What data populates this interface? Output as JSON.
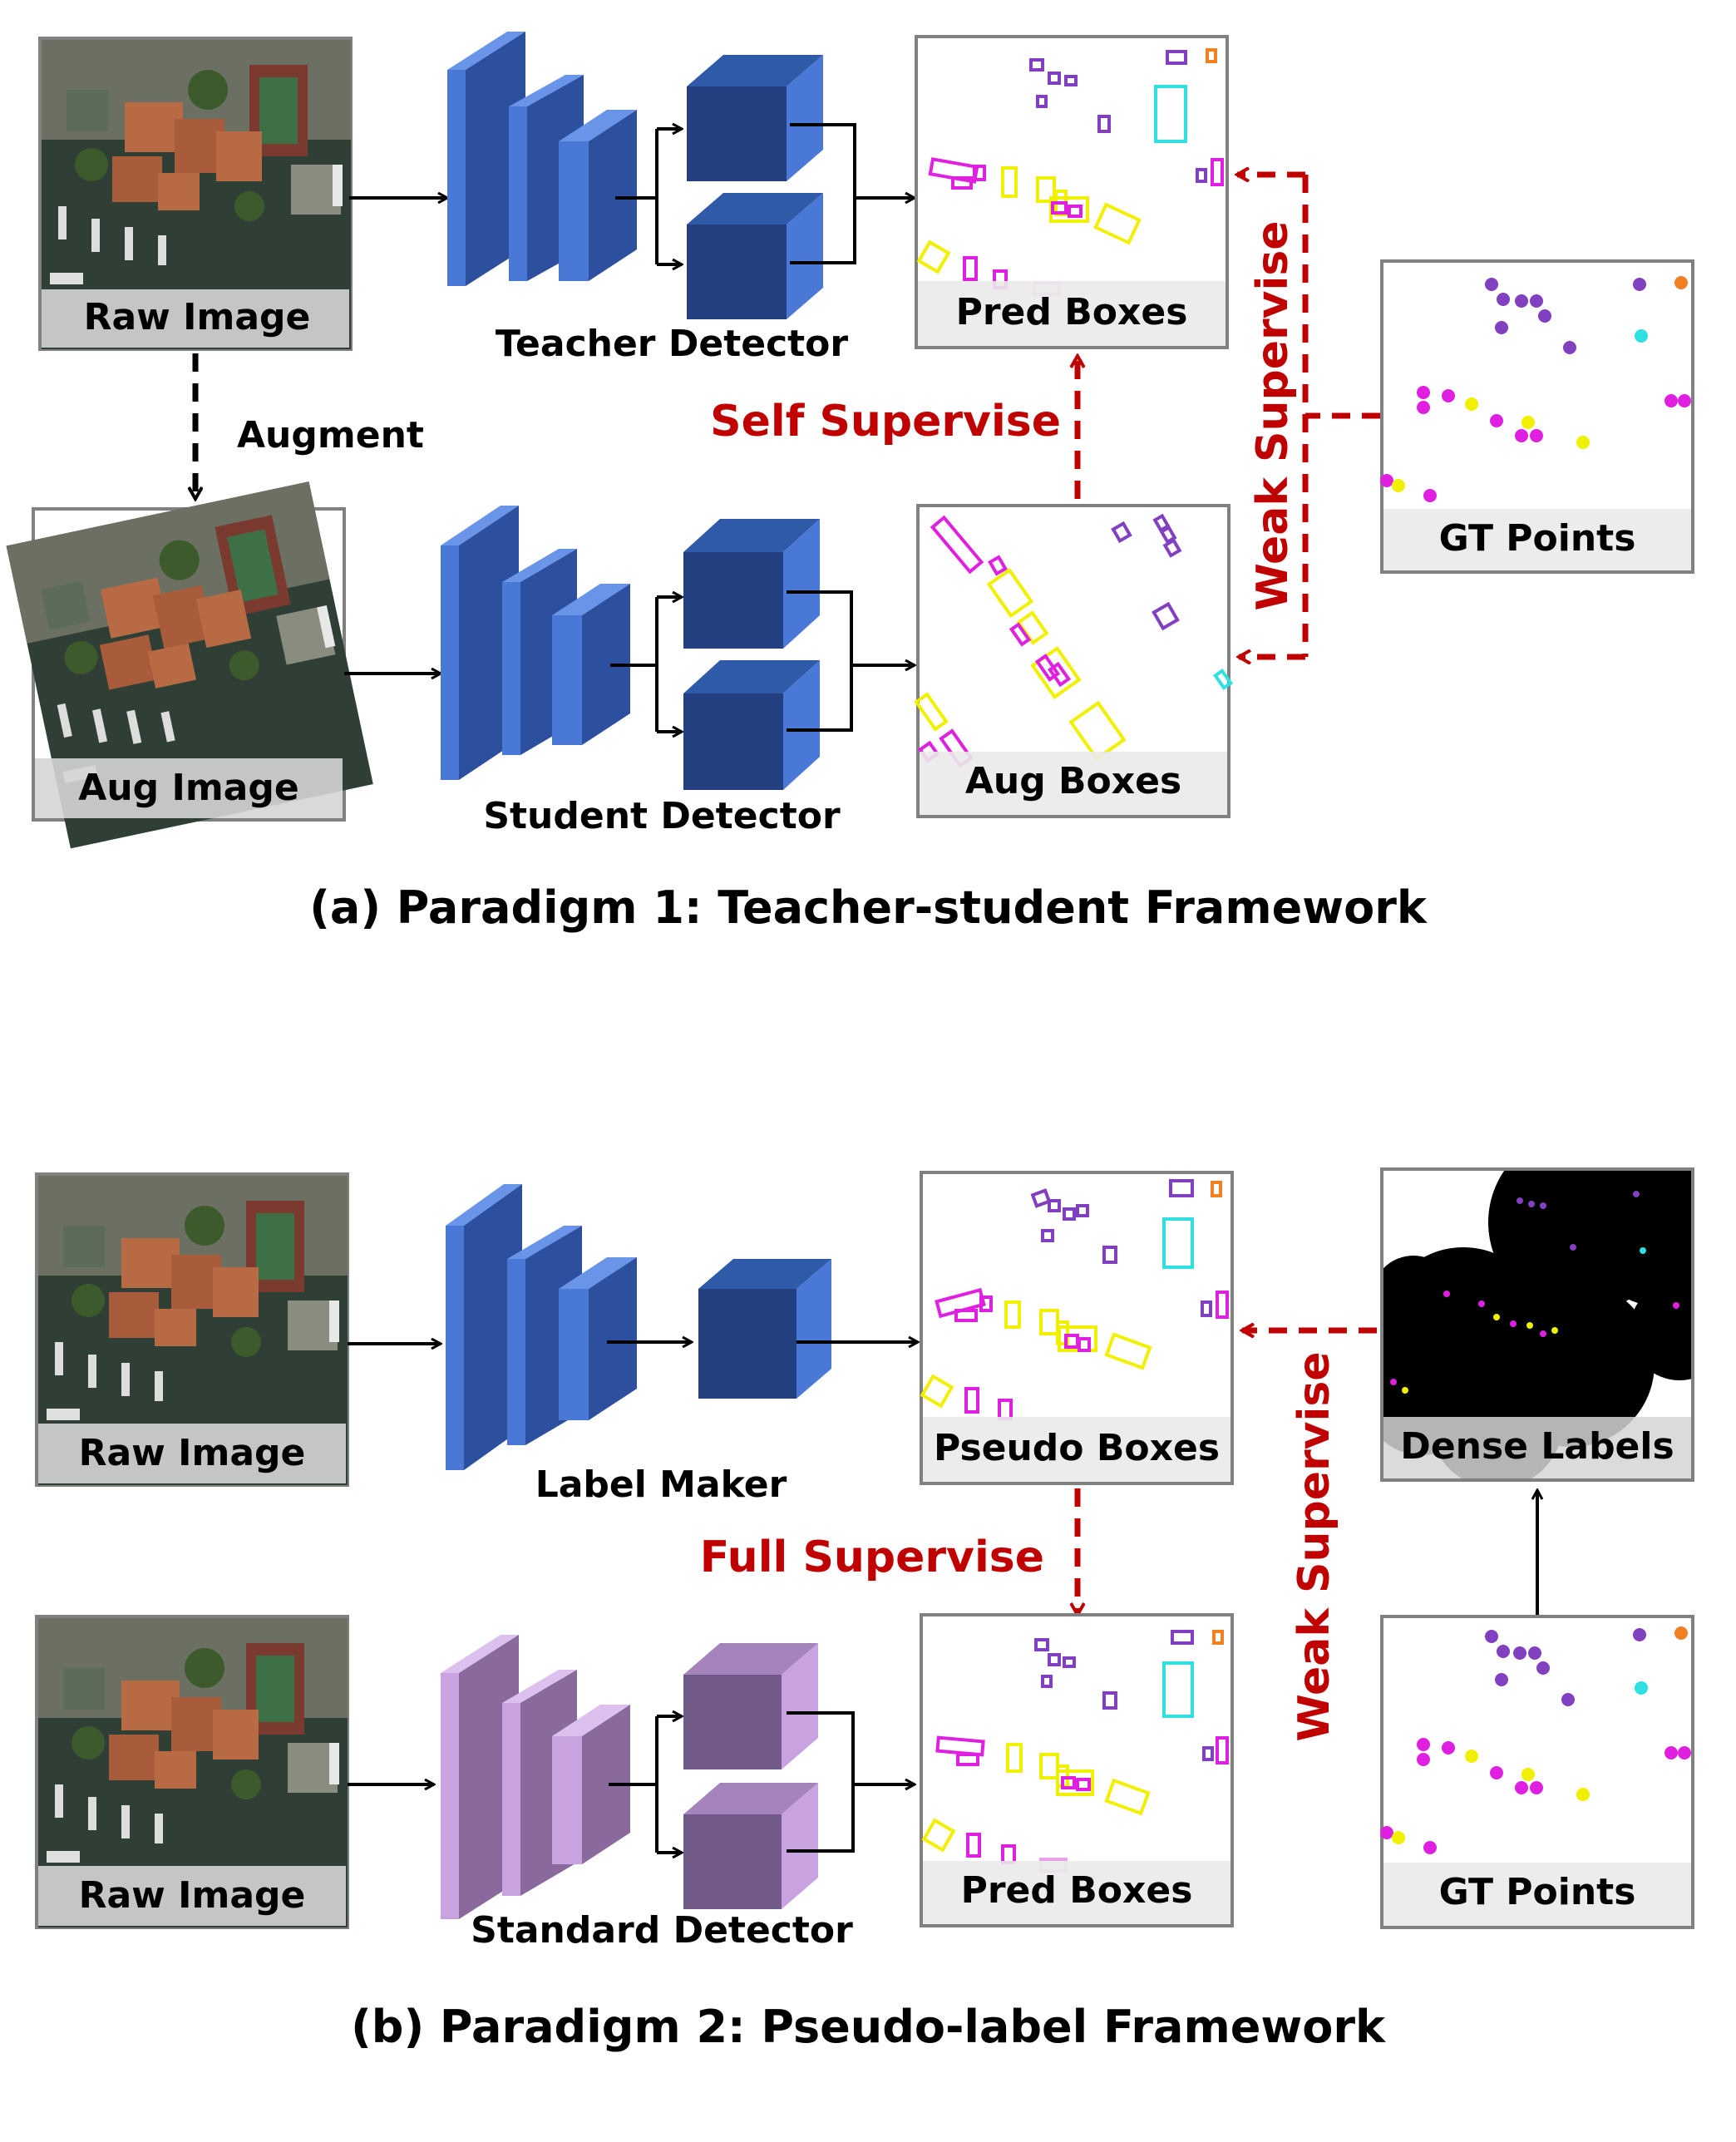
{
  "paradigm1": {
    "caption": "(a) Paradigm 1: Teacher-student Framework",
    "raw_image_label": "Raw Image",
    "aug_image_label": "Aug Image",
    "augment_label": "Augment",
    "teacher_label": "Teacher Detector",
    "student_label": "Student Detector",
    "pred_boxes_label": "Pred Boxes",
    "aug_boxes_label": "Aug Boxes",
    "gt_points_label": "GT Points",
    "self_supervise_label": "Self Supervise",
    "weak_supervise_label": "Weak Supervise"
  },
  "paradigm2": {
    "caption": "(b) Paradigm 2: Pseudo-label Framework",
    "raw_image_top_label": "Raw Image",
    "raw_image_bottom_label": "Raw Image",
    "label_maker_label": "Label Maker",
    "standard_detector_label": "Standard Detector",
    "pseudo_boxes_label": "Pseudo Boxes",
    "pred_boxes_label": "Pred Boxes",
    "dense_labels_label": "Dense Labels",
    "gt_points_label": "GT Points",
    "full_supervise_label": "Full Supervise",
    "weak_supervise_label": "Weak Supervise"
  },
  "colors": {
    "detector_blue": "#4a78d6",
    "detector_purple": "#c9a2e0",
    "supervise_red": "#c00000",
    "water": "#2f3f35",
    "roof": "#b86a45",
    "box_magenta": "#e020e0",
    "box_yellow": "#f0f000",
    "box_violet": "#8040c0",
    "box_cyan": "#30e0e0",
    "box_orange": "#f08020"
  }
}
